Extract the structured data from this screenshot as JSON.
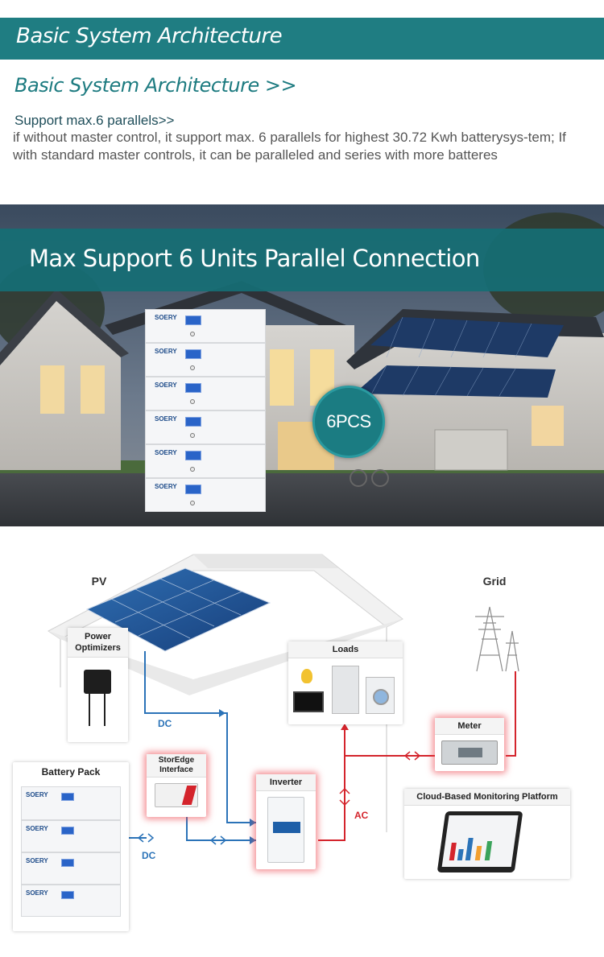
{
  "header": {
    "banner_title": "Basic System Architecture",
    "section_title": "Basic System Architecture >>",
    "paragraph_heading": "Support max.6 parallels>>",
    "paragraph_body": "if without master control, it support max. 6 parallels for highest 30.72 Kwh batterysys-tem; If with standard master controls, it can be paralleled and series with more batteres"
  },
  "photo": {
    "banner_title": "Max Support 6 Units Parallel Connection",
    "badge": "6PCS",
    "battery_brand": "SOERY",
    "battery_count": 6
  },
  "diagram": {
    "labels": {
      "pv": "PV",
      "grid": "Grid",
      "dc_top": "DC",
      "dc_bottom": "DC",
      "ac": "AC"
    },
    "cards": {
      "power_optimizers": "Power Optimizers",
      "loads": "Loads",
      "meter": "Meter",
      "battery_pack": "Battery Pack",
      "storedge_interface": "StorEdge Interface",
      "inverter": "Inverter",
      "cloud_platform": "Cloud-Based Monitoring Platform"
    },
    "battery_pack_count": 4,
    "colors": {
      "dc_line": "#2b73b8",
      "ac_line": "#d4242c",
      "brand_teal": "#1f7d82"
    }
  }
}
